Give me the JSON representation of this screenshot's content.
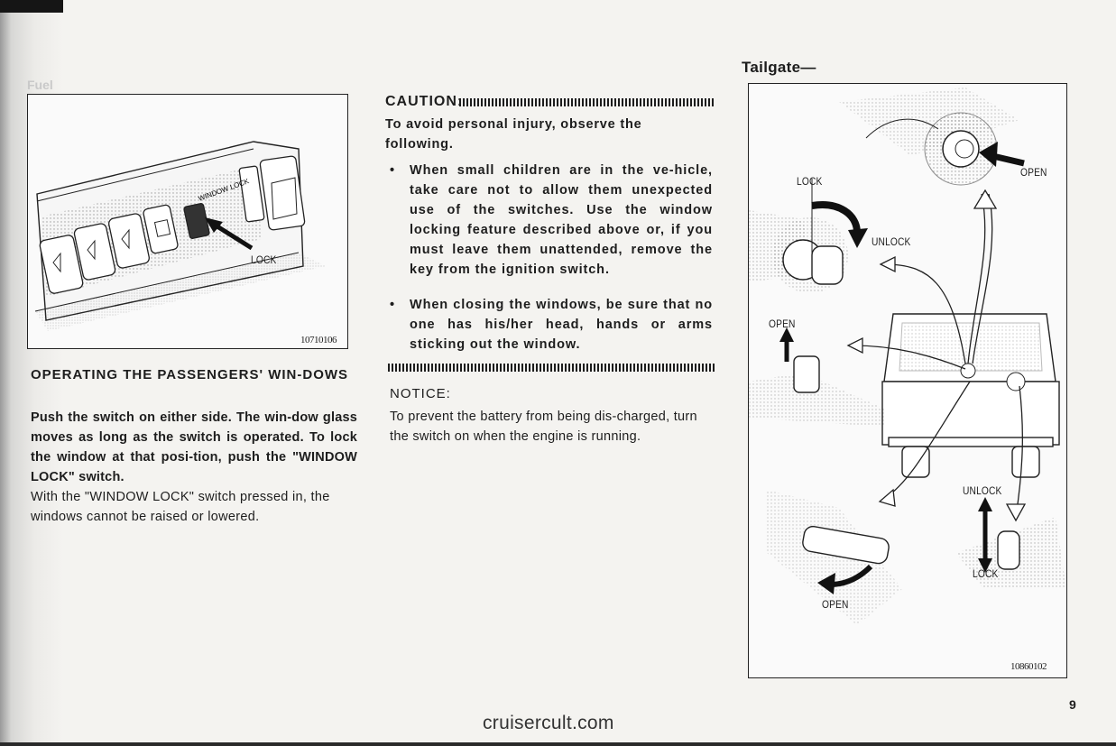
{
  "figure_left": {
    "label_lock": "LOCK",
    "switch_text": "WINDOW LOCK",
    "code": "10710106"
  },
  "section": {
    "heading": "OPERATING THE PASSENGERS' WIN-DOWS",
    "para1": "Push the switch on either side. The win-dow glass moves as long as the switch is operated. To lock the window at that posi-tion, push the \"WINDOW LOCK\" switch.",
    "para2": "With the \"WINDOW LOCK\" switch pressed in, the windows cannot be raised or lowered."
  },
  "caution": {
    "title": "CAUTION:",
    "intro": "To avoid personal injury, observe the following.",
    "bullets": [
      "When small children are in the ve-hicle, take care not to allow them unexpected use of the switches. Use the window locking feature described above or, if you must leave them unattended, remove the key from the ignition switch.",
      "When closing the windows, be sure that no one has his/her head, hands or arms sticking out the window."
    ]
  },
  "notice": {
    "title": "NOTICE:",
    "text": "To prevent the battery from being dis-charged, turn the switch on when the engine is running."
  },
  "tailgate": {
    "title": "Tailgate—",
    "labels": {
      "open_top": "OPEN",
      "lock_top": "LOCK",
      "unlock_mid": "UNLOCK",
      "open_left": "OPEN",
      "unlock_bottom": "UNLOCK",
      "lock_bottom": "LOCK",
      "open_bottom": "OPEN"
    },
    "code": "10860102"
  },
  "page_number": "9",
  "footer": "cruisercult.com"
}
